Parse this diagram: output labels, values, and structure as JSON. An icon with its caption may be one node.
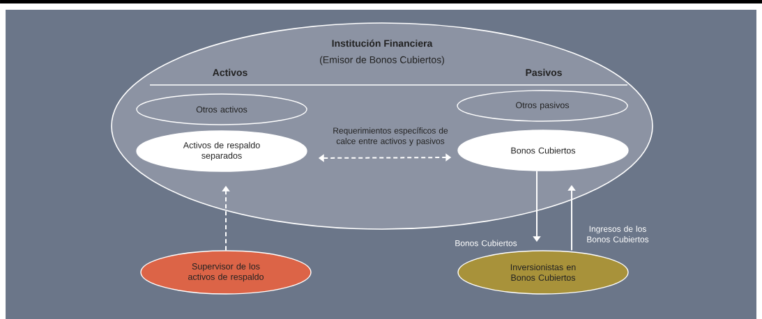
{
  "diagram": {
    "nodes": [
      {
        "text": [
          "Institución Financiera",
          "(Emisor de Bonos Cubiertos)"
        ]
      },
      {
        "text": [
          "Otros activos"
        ],
        "in": 0
      },
      {
        "text": [
          "Activos de respaldo separados"
        ],
        "in": 0
      },
      {
        "text": [
          "Otros pasivos"
        ],
        "in": 0
      },
      {
        "text": [
          "Bonos Cubiertos"
        ],
        "in": 0
      },
      {
        "text": [
          "Supervisor de los activos de respaldo"
        ]
      },
      {
        "text": [
          "Inversionistas en Bonos Cubiertos"
        ]
      }
    ],
    "edges": [
      {
        "from": 2,
        "to": 4,
        "arrow": "both",
        "style": "dashed",
        "label": "Requerimientos específicos de calce entre activos y pasivos"
      },
      {
        "from": 5,
        "to": 2,
        "arrow": "to",
        "style": "dashed"
      },
      {
        "from": 4,
        "to": 6,
        "arrow": "to",
        "label": "Bonos Cubiertos"
      },
      {
        "from": 6,
        "to": 4,
        "arrow": "to",
        "label": "Ingresos de los Bonos Cubiertos"
      }
    ],
    "labels": [
      "Activos",
      "Pasivos"
    ]
  }
}
